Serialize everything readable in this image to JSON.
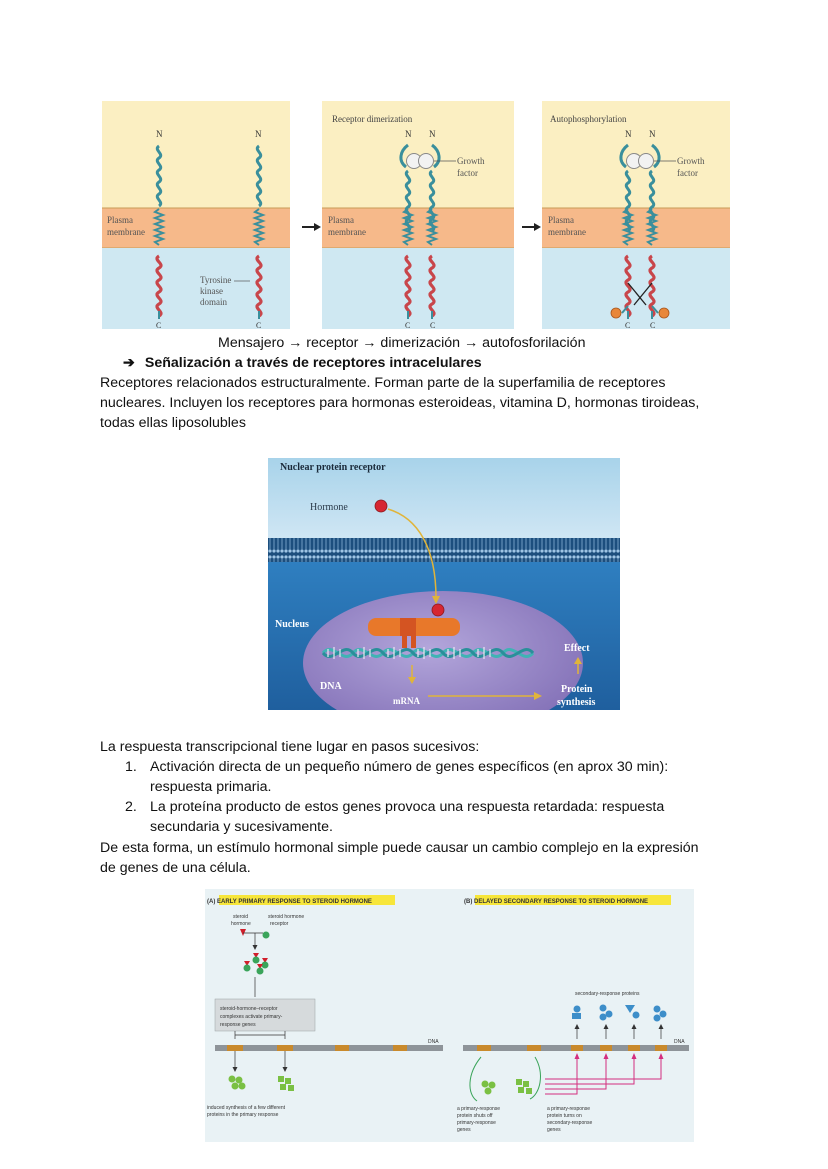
{
  "figure1": {
    "panel1": {
      "n_left": "N",
      "n_right": "N",
      "c_left": "C",
      "c_right": "C",
      "plasma_membrane": [
        "Plasma",
        "membrane"
      ],
      "tyrosine_kinase": [
        "Tyrosine",
        "kinase",
        "domain"
      ]
    },
    "panel2": {
      "title": "Receptor dimerization",
      "n_left": "N",
      "n_right": "N",
      "c_left": "C",
      "c_right": "C",
      "plasma_membrane": [
        "Plasma",
        "membrane"
      ],
      "growth_factor": [
        "Growth",
        "factor"
      ]
    },
    "panel3": {
      "title": "Autophosphorylation",
      "n_left": "N",
      "n_right": "N",
      "c_left": "C",
      "c_right": "C",
      "plasma_membrane": [
        "Plasma",
        "membrane"
      ],
      "growth_factor": [
        "Growth",
        "factor"
      ]
    },
    "caption": "Mensajero → receptor → dimerización → autofosforilación"
  },
  "heading": "Señalización a través de receptores intracelulares",
  "heading_bullet": "➔",
  "para1": "Receptores relacionados estructuralmente. Forman parte de la superfamilia de receptores nucleares. Incluyen los receptores para hormonas esteroideas, vitamina D, hormonas tiroideas, todas ellas liposolubles",
  "figure2": {
    "title": "Nuclear protein receptor",
    "hormone": "Hormone",
    "nucleus": "Nucleus",
    "dna": "DNA",
    "mrna": "mRNA",
    "effect": "Effect",
    "protein_synthesis": [
      "Protein",
      "synthesis"
    ]
  },
  "para2": "La respuesta transcripcional tiene lugar en pasos sucesivos:",
  "list": [
    {
      "num": "1.",
      "text": "Activación directa de un pequeño número de genes específicos (en aprox 30 min): respuesta primaria."
    },
    {
      "num": "2.",
      "text": "La proteína producto de estos genes provoca una respuesta retardada: respuesta secundaria y sucesivamente."
    }
  ],
  "para3": "De esta forma, un estímulo hormonal simple puede causar un cambio complejo en la expresión de genes de una célula.",
  "figure3": {
    "title_a": "(A)  EARLY PRIMARY RESPONSE TO STEROID HORMONE",
    "title_b": "(B)  DELAYED SECONDARY RESPONSE TO STEROID HORMONE",
    "steroid_hormone": [
      "steroid",
      "hormone"
    ],
    "steroid_receptor": [
      "steroid hormone",
      "receptor"
    ],
    "complex_box": [
      "steroid-hormone–receptor",
      "complexes activate primary-",
      "response genes"
    ],
    "dna": "DNA",
    "induced": [
      "induced synthesis of a few different",
      "proteins in the primary response"
    ],
    "secondary_proteins": "secondary-response proteins",
    "shuts_off": [
      "a primary-response",
      "protein shuts off",
      "primary-response",
      "genes"
    ],
    "turns_on": [
      "a primary-response",
      "protein turns on",
      "secondary-response",
      "genes"
    ]
  },
  "colors": {
    "membrane": "#f6b98a",
    "cyto_top": "#fbefc2",
    "cyto_bottom": "#cfe8f2",
    "receptor_out": "#3a8f9c",
    "receptor_in": "#c8464b",
    "nucleus": "#9d8fc9",
    "hormone": "#d62631",
    "gene": "#c98a2c",
    "magenta": "#d42f7f"
  }
}
